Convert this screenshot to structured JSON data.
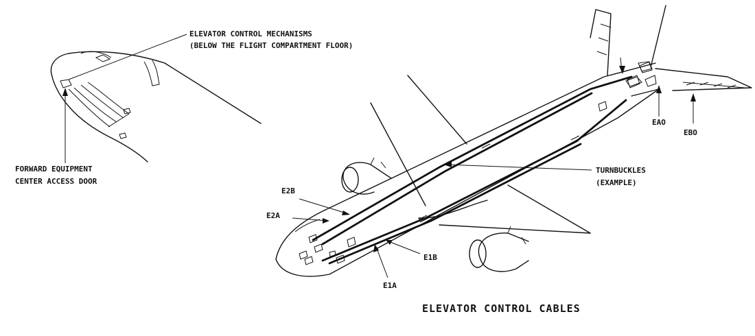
{
  "labels": {
    "mechanisms_line1": "ELEVATOR CONTROL MECHANISMS",
    "mechanisms_line2": "(BELOW THE FLIGHT COMPARTMENT FLOOR)",
    "access_door_line1": "FORWARD EQUIPMENT",
    "access_door_line2": "CENTER ACCESS DOOR",
    "turnbuckles_line1": "TURNBUCKLES",
    "turnbuckles_line2": "(EXAMPLE)",
    "e2b": "E2B",
    "e2a": "E2A",
    "e1b": "E1B",
    "e1a": "E1A",
    "eao": "EAO",
    "ebo": "EBO"
  },
  "title": "ELEVATOR CONTROL CABLES"
}
